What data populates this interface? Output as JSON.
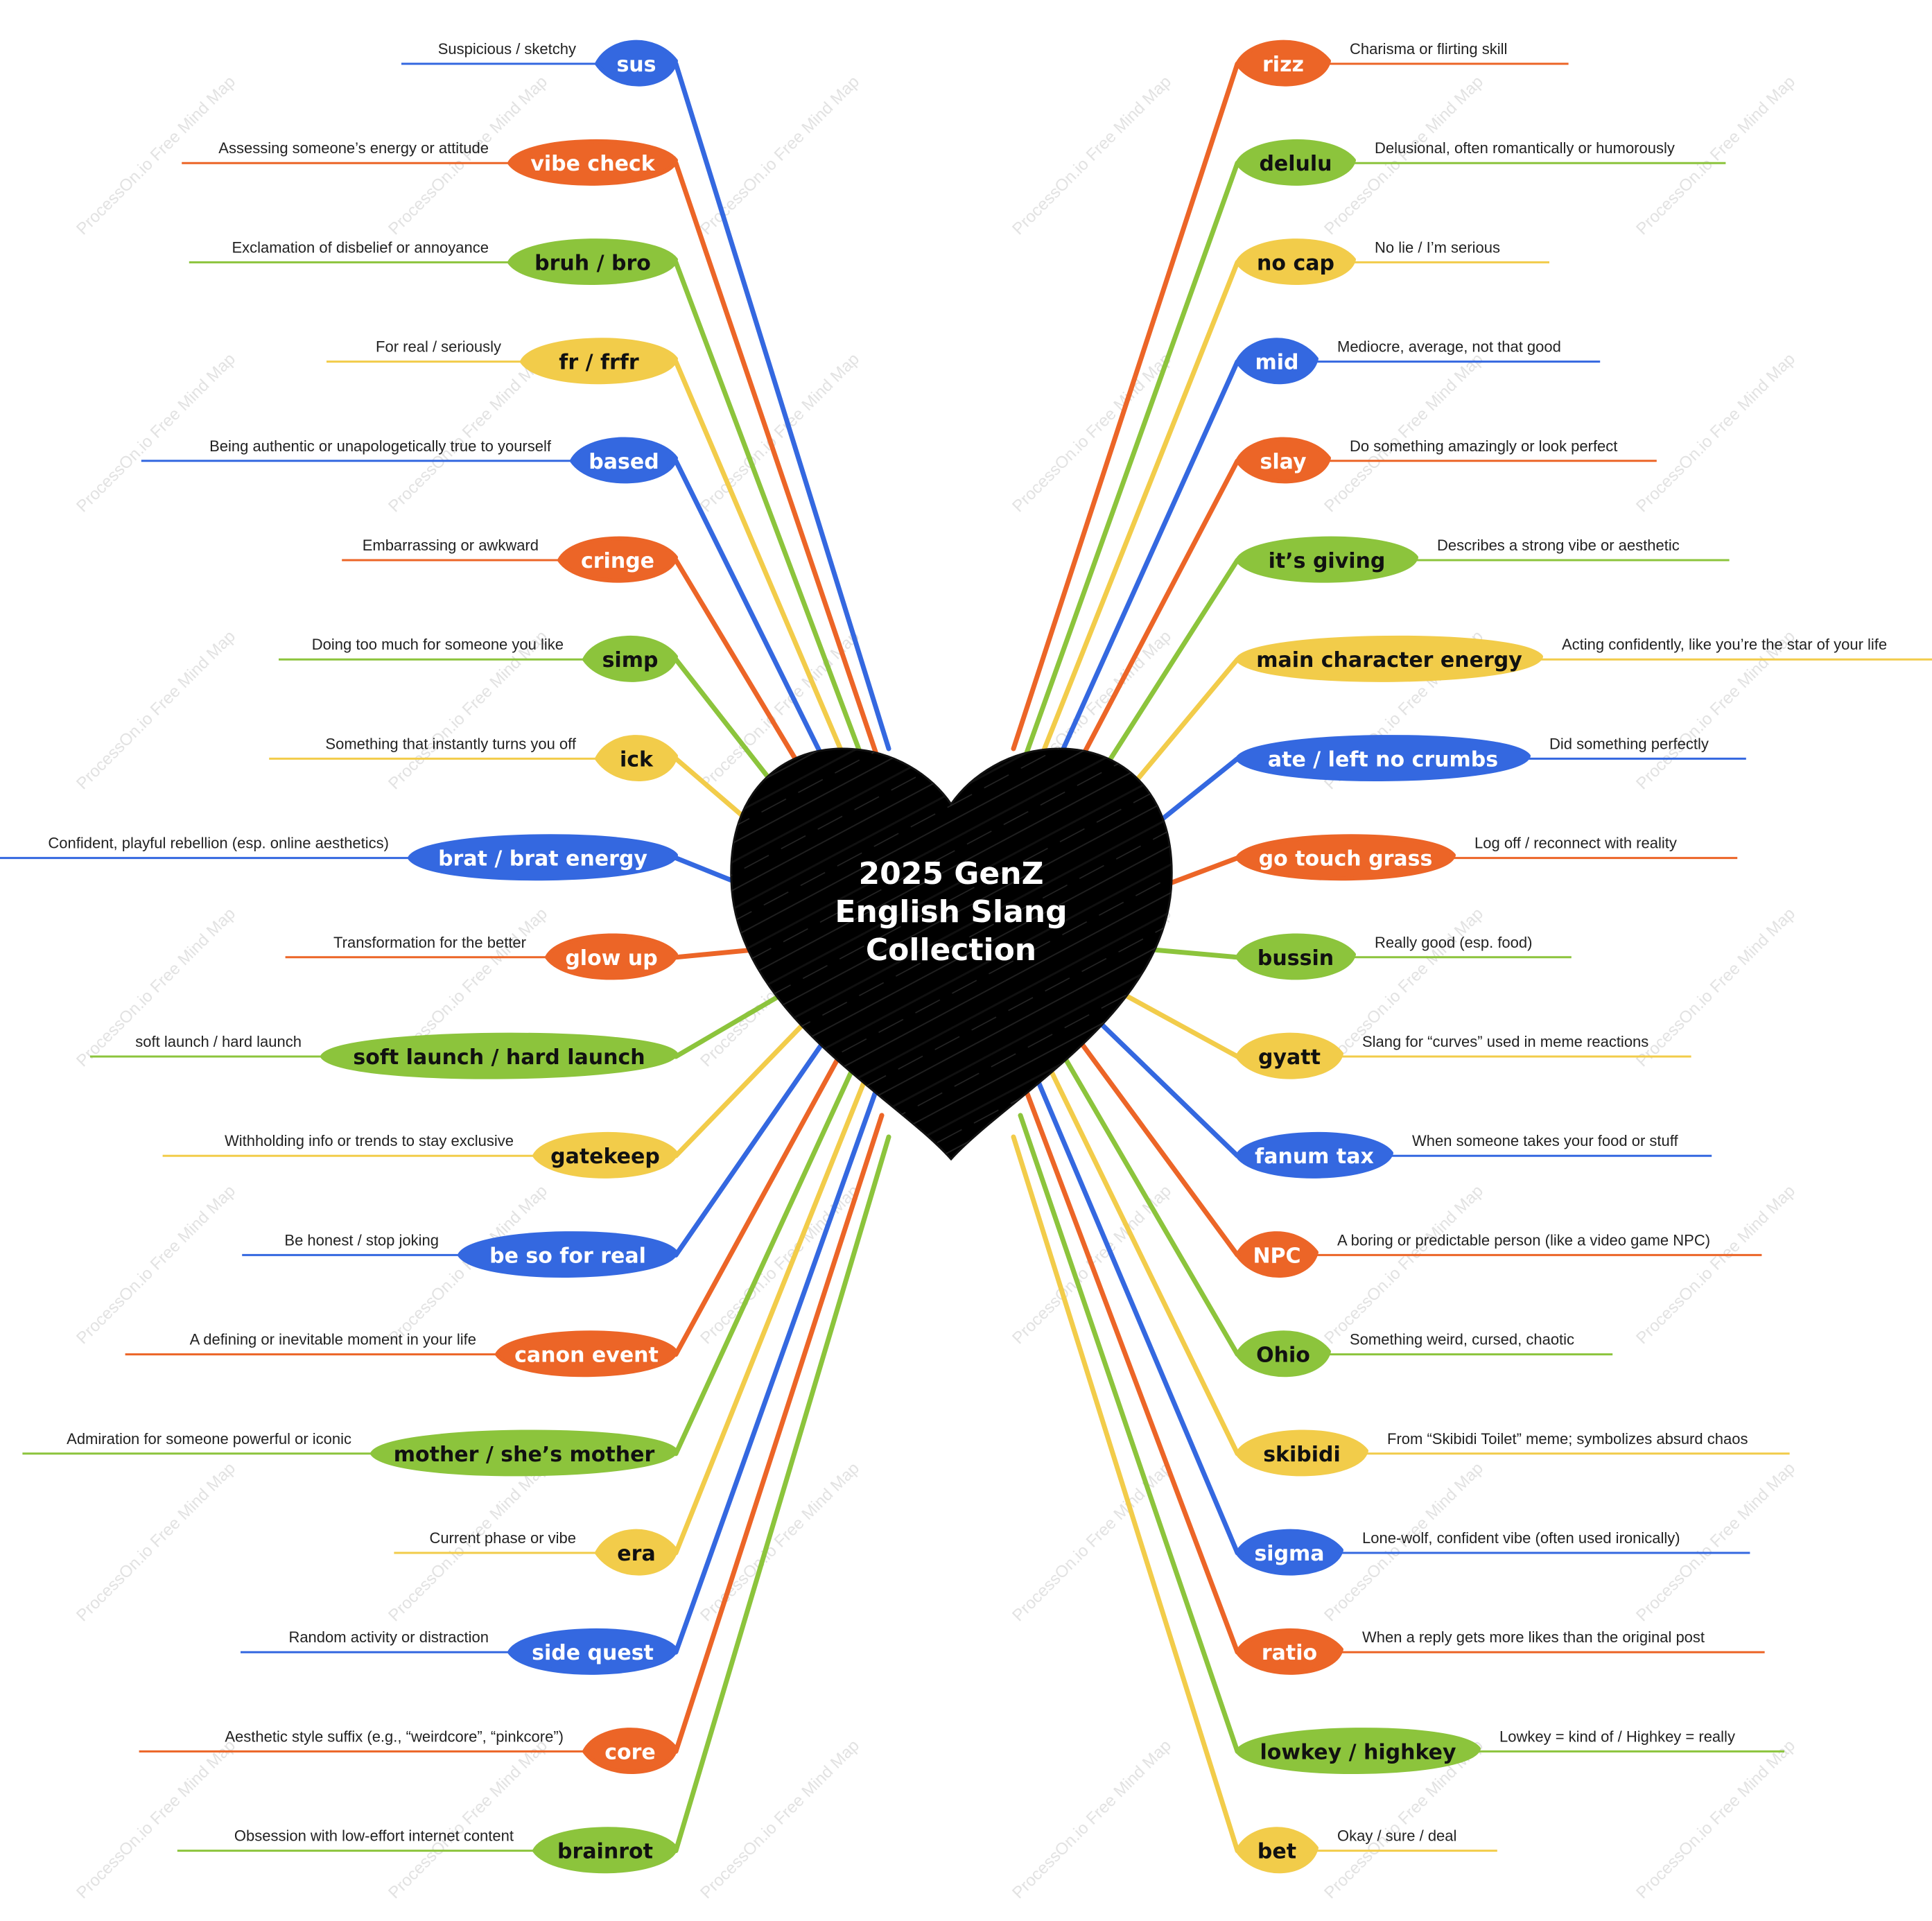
{
  "center": {
    "lines": [
      "2025 GenZ",
      "English Slang",
      "Collection"
    ]
  },
  "watermark": "ProcessOn.io Free Mind Map",
  "colors": {
    "blue": "#3468e0",
    "orange": "#ec6527",
    "green": "#8cc43c",
    "yellow": "#f2cc4a",
    "center": "#000000"
  },
  "left_terms": [
    {
      "term": "sus",
      "desc": "Suspicious / sketchy",
      "color": "blue"
    },
    {
      "term": "vibe check",
      "desc": "Assessing someone’s energy or attitude",
      "color": "orange"
    },
    {
      "term": "bruh / bro",
      "desc": "Exclamation of disbelief or annoyance",
      "color": "green"
    },
    {
      "term": "fr / frfr",
      "desc": "For real / seriously",
      "color": "yellow"
    },
    {
      "term": "based",
      "desc": "Being authentic or unapologetically true to yourself",
      "color": "blue"
    },
    {
      "term": "cringe",
      "desc": "Embarrassing or awkward",
      "color": "orange"
    },
    {
      "term": "simp",
      "desc": "Doing too much for someone you like",
      "color": "green"
    },
    {
      "term": "ick",
      "desc": "Something that instantly turns you off",
      "color": "yellow"
    },
    {
      "term": "brat / brat energy",
      "desc": "Confident, playful rebellion (esp. online aesthetics)",
      "color": "blue"
    },
    {
      "term": "glow up",
      "desc": "Transformation for the better",
      "color": "orange"
    },
    {
      "term": "soft launch / hard launch",
      "desc": "soft launch / hard launch",
      "color": "green"
    },
    {
      "term": "gatekeep",
      "desc": "Withholding info or trends to stay exclusive",
      "color": "yellow"
    },
    {
      "term": "be so for real",
      "desc": "Be honest / stop joking",
      "color": "blue"
    },
    {
      "term": "canon event",
      "desc": "A defining or inevitable moment in your life",
      "color": "orange"
    },
    {
      "term": "mother / she’s mother",
      "desc": "Admiration for someone powerful or iconic",
      "color": "green"
    },
    {
      "term": "era",
      "desc": "Current phase or vibe",
      "color": "yellow"
    },
    {
      "term": "side quest",
      "desc": "Random activity or distraction",
      "color": "blue"
    },
    {
      "term": "core",
      "desc": "Aesthetic style suffix (e.g., “weirdcore”, “pinkcore”)",
      "color": "orange"
    },
    {
      "term": "brainrot",
      "desc": "Obsession with low-effort internet content",
      "color": "green"
    }
  ],
  "right_terms": [
    {
      "term": "rizz",
      "desc": "Charisma or flirting skill",
      "color": "orange"
    },
    {
      "term": "delulu",
      "desc": "Delusional, often romantically or humorously",
      "color": "green"
    },
    {
      "term": "no cap",
      "desc": "No lie / I’m serious",
      "color": "yellow"
    },
    {
      "term": "mid",
      "desc": "Mediocre, average, not that good",
      "color": "blue"
    },
    {
      "term": "slay",
      "desc": "Do something amazingly or look perfect",
      "color": "orange"
    },
    {
      "term": "it’s giving",
      "desc": "Describes a strong vibe or aesthetic",
      "color": "green"
    },
    {
      "term": "main character energy",
      "desc": "Acting confidently, like you’re the star of your life",
      "color": "yellow"
    },
    {
      "term": "ate / left no crumbs",
      "desc": "Did something perfectly",
      "color": "blue"
    },
    {
      "term": "go touch grass",
      "desc": "Log off / reconnect with reality",
      "color": "orange"
    },
    {
      "term": "bussin",
      "desc": "Really good (esp. food)",
      "color": "green"
    },
    {
      "term": "gyatt",
      "desc": "Slang for “curves” used in meme reactions",
      "color": "yellow"
    },
    {
      "term": "fanum tax",
      "desc": "When someone takes your food or stuff",
      "color": "blue"
    },
    {
      "term": "NPC",
      "desc": "A boring or predictable person (like a video game NPC)",
      "color": "orange"
    },
    {
      "term": "Ohio",
      "desc": "Something weird, cursed, chaotic",
      "color": "green"
    },
    {
      "term": "skibidi",
      "desc": "From “Skibidi Toilet” meme; symbolizes absurd chaos",
      "color": "yellow"
    },
    {
      "term": "sigma",
      "desc": "Lone-wolf, confident vibe (often used ironically)",
      "color": "blue"
    },
    {
      "term": "ratio",
      "desc": "When a reply gets more likes than the original post",
      "color": "orange"
    },
    {
      "term": "lowkey / highkey",
      "desc": "Lowkey = kind of / Highkey = really",
      "color": "green"
    },
    {
      "term": "bet",
      "desc": "Okay / sure / deal",
      "color": "yellow"
    }
  ]
}
